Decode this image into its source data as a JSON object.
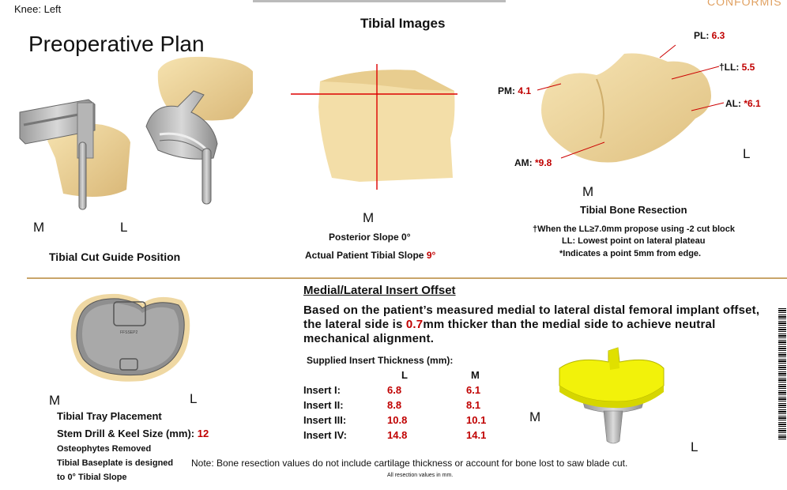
{
  "header": {
    "knee_label": "Knee: Left",
    "brand": "CONFORMIS",
    "plan_title": "Preoperative Plan",
    "tibial_images_title": "Tibial Images"
  },
  "cut_guide": {
    "m_label": "M",
    "l_label": "L",
    "caption": "Tibial Cut Guide Position"
  },
  "slope": {
    "m_label": "M",
    "posterior_slope": "Posterior Slope 0°",
    "actual_slope_prefix": "Actual Patient Tibial Slope ",
    "actual_slope_value": "9°"
  },
  "resection": {
    "points": [
      {
        "label": "PL: ",
        "value": "6.3"
      },
      {
        "label": "†LL: ",
        "value": "5.5"
      },
      {
        "label": "PM: ",
        "value": "4.1"
      },
      {
        "label": "AL: ",
        "value": "*6.1"
      },
      {
        "label": "AM: ",
        "value": "*9.8"
      }
    ],
    "l_label": "L",
    "m_label": "M",
    "title": "Tibial Bone Resection",
    "notes": [
      "†When the LL≥7.0mm propose using -2 cut block",
      "LL: Lowest point on lateral plateau",
      "*Indicates a point 5mm from edge."
    ]
  },
  "tray": {
    "m_label": "M",
    "l_label": "L",
    "engraving": "FFSSEP2",
    "caption": "Tibial Tray Placement",
    "stem_label": "Stem Drill & Keel Size (mm): ",
    "stem_value": "12",
    "osteophytes": "Osteophytes Removed",
    "baseplate_line1": "Tibial Baseplate is designed",
    "baseplate_line2": "to 0° Tibial Slope"
  },
  "insert_offset": {
    "title": "Medial/Lateral Insert Offset",
    "text_before": "Based on the patient’s measured medial to lateral distal femoral implant offset, the lateral side is ",
    "offset_value": "0.7",
    "text_after": "mm thicker than the medial side to achieve neutral mechanical alignment.",
    "table_title": "Supplied Insert Thickness (mm):",
    "col_l": "L",
    "col_m": "M",
    "rows": [
      {
        "label": "Insert I:",
        "l": "6.8",
        "m": "6.1"
      },
      {
        "label": "Insert II:",
        "l": "8.8",
        "m": "8.1"
      },
      {
        "label": "Insert III:",
        "l": "10.8",
        "m": "10.1"
      },
      {
        "label": "Insert IV:",
        "l": "14.8",
        "m": "14.1"
      }
    ],
    "insert_m_label": "M",
    "insert_l_label": "L"
  },
  "footer": {
    "note": "Note: Bone resection values do not include cartilage thickness or account for bone lost to saw blade cut.",
    "small_note": "All resection values in mm."
  },
  "colors": {
    "accent_red": "#c00000",
    "bone": "#f1d9a0",
    "divider": "#c9a56a",
    "insert_yellow": "#f2f20a"
  }
}
